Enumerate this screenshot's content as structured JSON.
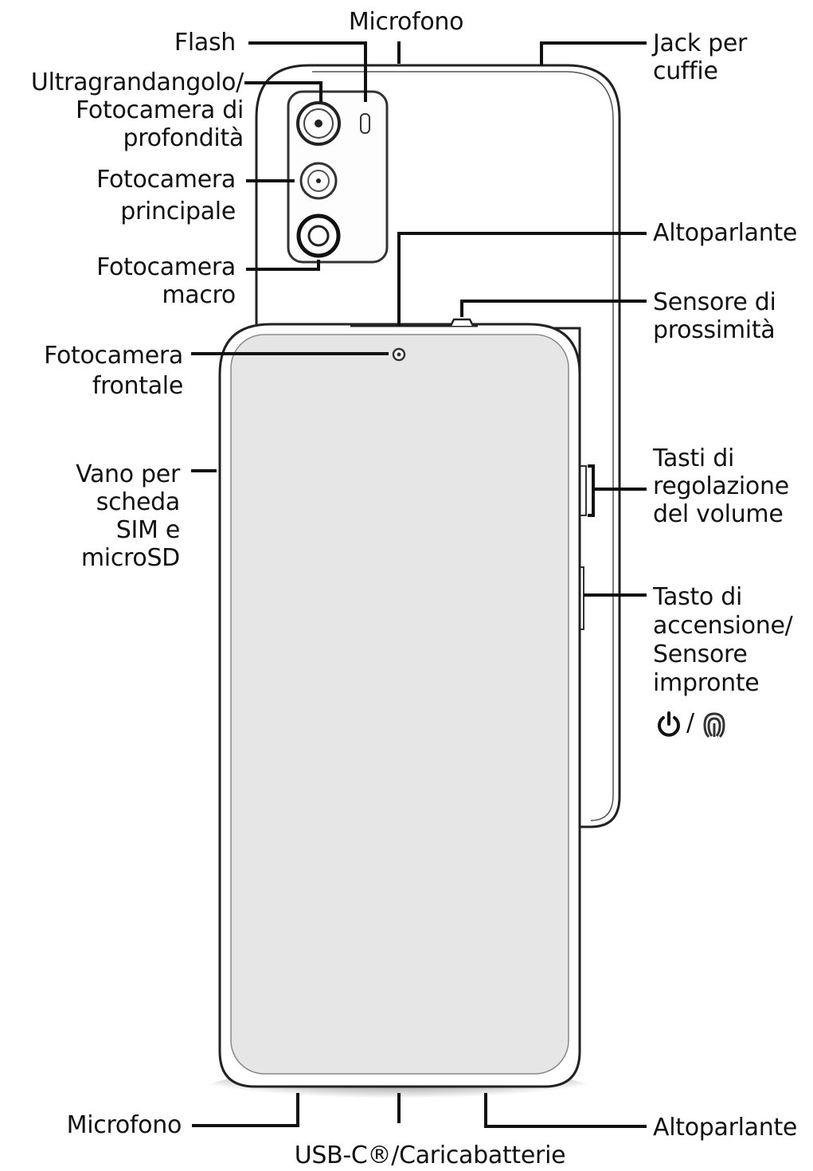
{
  "labels": {
    "microfono_top": [
      "Microfono"
    ],
    "flash": [
      "Flash"
    ],
    "ultra": [
      "Ultragrandangolo/",
      "Fotocamera di",
      "profondità"
    ],
    "main_cam": [
      "Fotocamera",
      "principale"
    ],
    "macro": [
      "Fotocamera",
      "macro"
    ],
    "front_cam": [
      "Fotocamera",
      "frontale"
    ],
    "sim": [
      "Vano per",
      "scheda",
      "SIM e",
      "microSD"
    ],
    "microfono_bottom": [
      "Microfono"
    ],
    "usb": [
      "USB-C®/Caricabatterie"
    ],
    "jack": [
      "Jack per",
      "cuffie"
    ],
    "altoparlante_top": [
      "Altoparlante"
    ],
    "proximity": [
      "Sensore di",
      "prossimità"
    ],
    "volume": [
      "Tasti di",
      "regolazione",
      "del volume"
    ],
    "power": [
      "Tasto di",
      "accensione/",
      "Sensore",
      "impronte"
    ],
    "altoparlante_bottom": [
      "Altoparlante"
    ]
  },
  "icons": {
    "power": "power-icon",
    "separator": "/",
    "fingerprint": "fingerprint-icon"
  },
  "colors": {
    "line": "#111111",
    "screen": "#e6e6e6",
    "body": "#ffffff",
    "outline": "#222222"
  }
}
